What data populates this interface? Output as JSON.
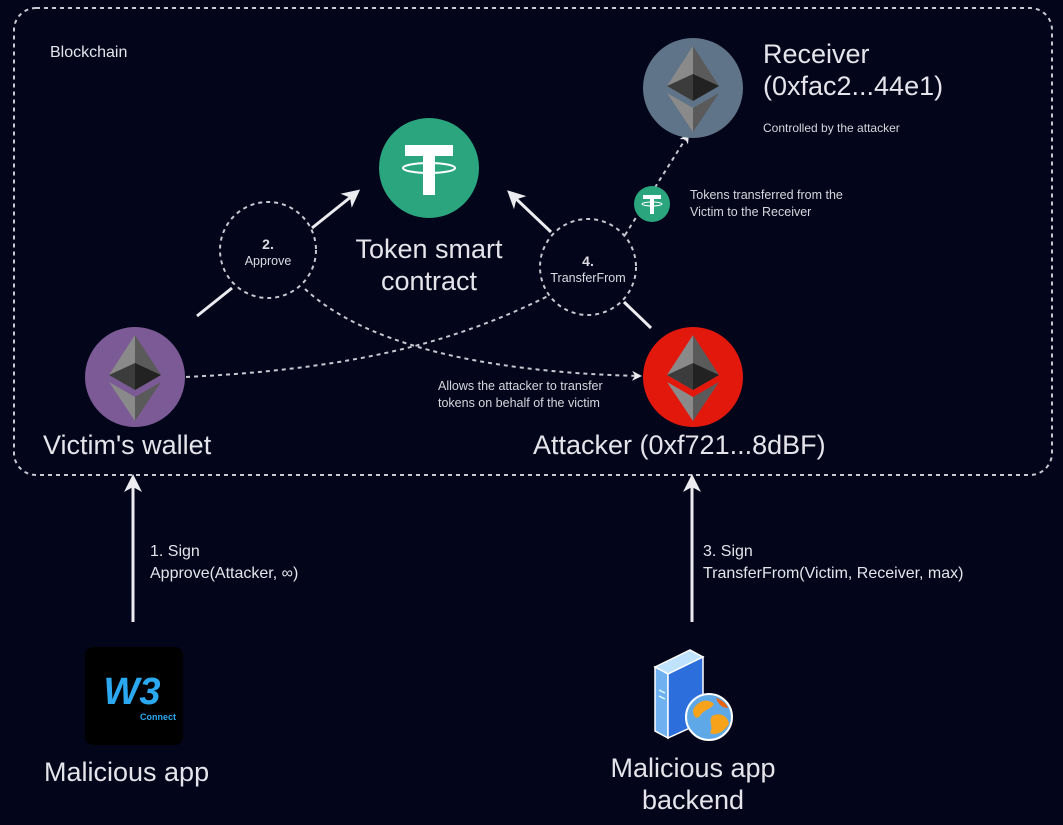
{
  "blockchain_group": {
    "label": "Blockchain"
  },
  "nodes": {
    "token_contract": {
      "label_line1": "Token smart",
      "label_line2": "contract",
      "icon": "tether-icon",
      "color": "#2aa57d"
    },
    "receiver": {
      "label_line1": "Receiver",
      "label_line2": "(0xfac2...44e1)",
      "note": "Controlled by the attacker",
      "icon": "ethereum-icon",
      "color": "#5f7489"
    },
    "victim_wallet": {
      "label": "Victim's wallet",
      "icon": "ethereum-icon",
      "color": "#7b5a96"
    },
    "attacker": {
      "label": "Attacker (0xf721...8dBF)",
      "icon": "ethereum-icon",
      "color": "#e3180d"
    },
    "malicious_app": {
      "label": "Malicious app",
      "icon": "w3-connect-logo",
      "logo_text": "W3",
      "logo_sub": "Connect",
      "color": "#2ba8f0"
    },
    "malicious_backend": {
      "label_line1": "Malicious app",
      "label_line2": "backend",
      "icon": "server-globe-icon"
    }
  },
  "steps": {
    "approve": {
      "number": "2.",
      "label": "Approve"
    },
    "transfer_from": {
      "number": "4.",
      "label": "TransferFrom"
    },
    "sign_approve": {
      "line1": "1. Sign",
      "line2": "Approve(Attacker, ∞)"
    },
    "sign_transfer": {
      "line1": "3. Sign",
      "line2": "TransferFrom(Victim, Receiver, max)"
    }
  },
  "annotations": {
    "allowance": {
      "line1": "Allows the attacker to transfer",
      "line2": "tokens on behalf of the victim"
    },
    "transferred": {
      "line1": "Tokens transferred from the",
      "line2": "Victim to the Receiver"
    }
  },
  "colors": {
    "background": "#03051a",
    "line": "#e8e8ec",
    "dashed": "#c8c8d0"
  }
}
